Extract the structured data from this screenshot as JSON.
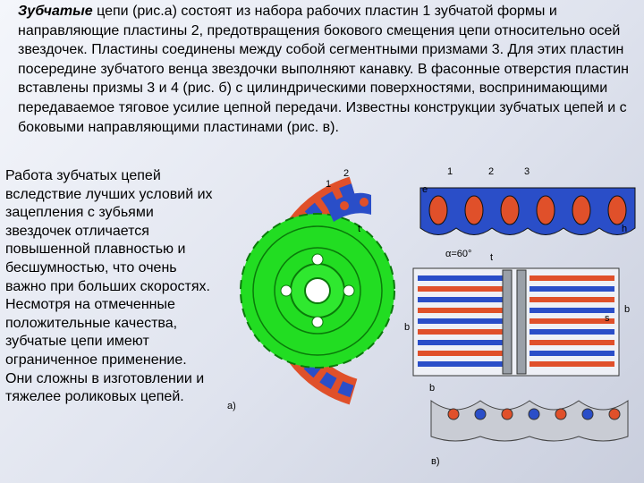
{
  "intro": {
    "lead": "Зубчатые",
    "text": " цепи (рис.а) состоят из набора рабочих пластин 1 зубчатой формы и направляющие пластины 2, предотвращения бокового смещения цепи относительно осей звездочек. Пластины соединены между собой сегментными призмами 3. Для этих пластин посередине зубчатого венца звездочки выполняют канавку. В фасонные отверстия пластин вставлены призмы 3 и 4 (рис. б) с цилиндрическими поверхностями, воспринимающими передаваемое тяговое усилие цепной передачи. Известны конструкции зубчатых цепей и с боковыми направляющими пластинами (рис. в)."
  },
  "side_text": "Работа зубчатых цепей вследствие лучших условий их зацепления с зубьями звездочек отличается повышенной плавностью и бесшумностью, что очень важно при больших скоростях. Несмотря на отмеченные положительные качества, зубчатые цепи имеют ограниченное применение. Они сложны в изготовлении и тяжелее роликовых цепей.",
  "figure_labels": {
    "a": "а)",
    "b": "b",
    "v": "в)",
    "n1": "1",
    "n2": "2",
    "n3": "3",
    "n1b": "1",
    "n2b": "2",
    "t": "t",
    "e": "e",
    "alpha": "α=60°",
    "h": "h",
    "s": "s"
  },
  "colors": {
    "sprocket": "#22dd22",
    "chain_blue": "#2a4ec8",
    "chain_red": "#e0502a",
    "chain_gray": "#9aa0a8"
  }
}
